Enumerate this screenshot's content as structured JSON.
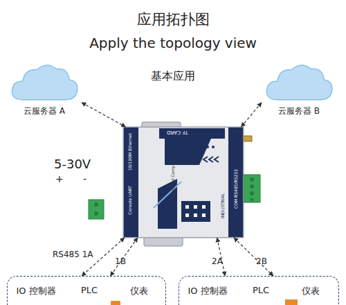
{
  "diagram": {
    "title": "应用拓扑图",
    "nodes": [
      {
        "text": [
          "云服务器 A"
        ]
      },
      {
        "text": [
          "云服务器 B"
        ]
      },
      {
        "text": [
          "TF CARD",
          "Embedded Computer",
          "INDUSTRIAL",
          "10/100M Ethernet",
          "Console UART",
          "COM RS485/RS232"
        ]
      },
      {
        "text": []
      },
      {
        "text": [
          "IO 控制器"
        ],
        "in": 3
      },
      {
        "text": [
          "PLC"
        ],
        "in": 3
      },
      {
        "text": [
          "仪表"
        ],
        "in": 3
      },
      {
        "text": []
      },
      {
        "text": [
          "IO 控制器"
        ],
        "in": 7
      },
      {
        "text": [
          "PLC"
        ],
        "in": 7
      },
      {
        "text": [
          "仪表"
        ],
        "in": 7
      }
    ],
    "edges": [
      {
        "from": 0,
        "to": 2,
        "arrow": "both"
      },
      {
        "from": 1,
        "to": 2,
        "arrow": "both"
      },
      {
        "from": 2,
        "to": 3,
        "label": "RS485 1A",
        "arrow": "both"
      },
      {
        "from": 2,
        "to": 3,
        "label": "1B",
        "arrow": "both"
      },
      {
        "from": 2,
        "to": 7,
        "label": "2A",
        "arrow": "both"
      },
      {
        "from": 2,
        "to": 7,
        "label": "2B",
        "arrow": "both"
      }
    ],
    "labels": [
      "Apply the topology view",
      "基本应用",
      "5-30V",
      "+",
      "-"
    ]
  }
}
